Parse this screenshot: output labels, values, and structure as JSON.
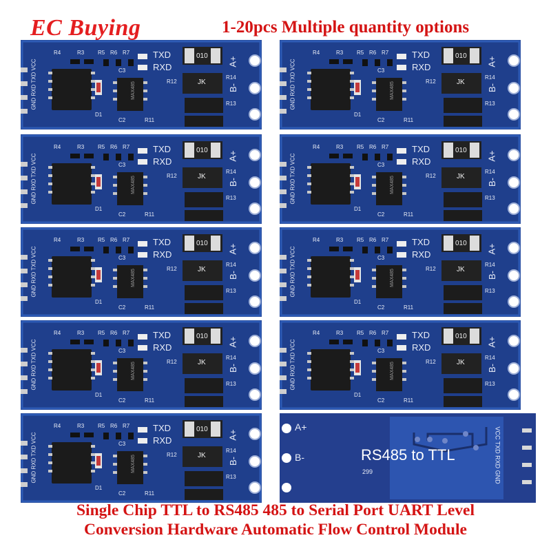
{
  "brand": {
    "logo_text": "EC Buying",
    "color": "#e41e20"
  },
  "headline": "1-20pcs Multiple quantity options",
  "caption": {
    "line1": "Single Chip TTL to RS485 485 to Serial Port UART Level",
    "line2": "Conversion Hardware Automatic Flow Control Module"
  },
  "board_front": {
    "pin_labels": "GND RXD TXD VCC",
    "indicator_labels": [
      "TXD",
      "RXD"
    ],
    "terminal_labels": [
      "A+",
      "B-"
    ],
    "resistor_labels": [
      "R4",
      "R3",
      "R5",
      "R6",
      "R7",
      "R12",
      "R14",
      "R13",
      "R11"
    ],
    "component_labels": [
      "C3",
      "C2",
      "D1"
    ],
    "chip_marking": "MAX485",
    "resistor_marking": "010",
    "jk_marking": "JK"
  },
  "board_back": {
    "title": "RS485 to TTL",
    "code": "299",
    "pin_labels": "VCC TXD RXD GND",
    "terminal_labels": [
      "A+",
      "B-"
    ]
  },
  "colors": {
    "pcb_blue": "#1f3f8c",
    "pcb_edge": "#2e5bb5",
    "text_red": "#d41414"
  },
  "product_count": 9
}
